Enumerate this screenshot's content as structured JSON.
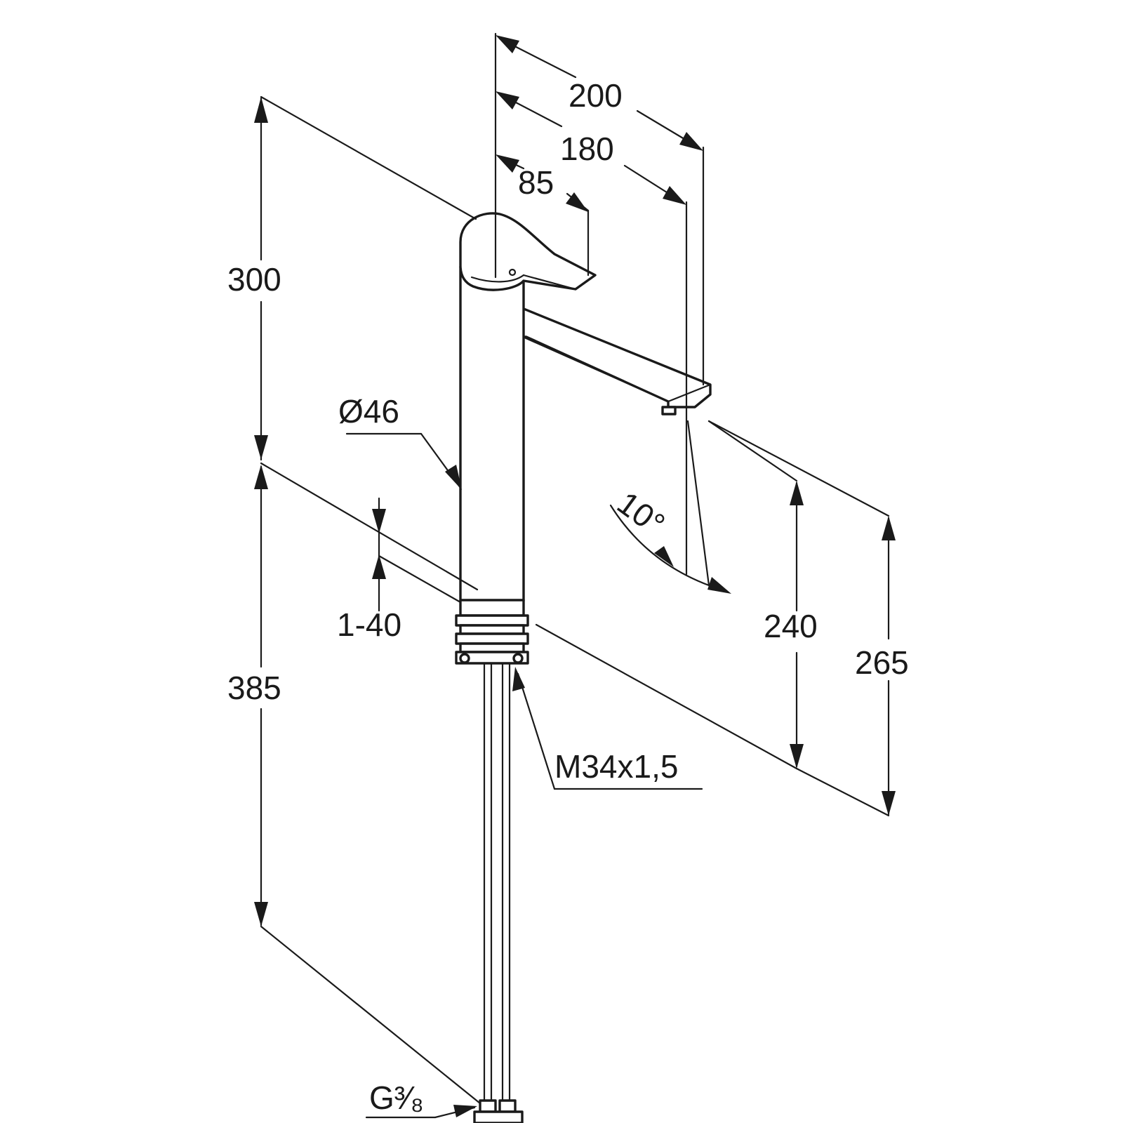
{
  "dimensions": {
    "d200": "200",
    "d180": "180",
    "d85": "85",
    "d300": "300",
    "d385": "385",
    "dia46": "Ø46",
    "range_1_40": "1-40",
    "angle_10": "10°",
    "d240": "240",
    "d265": "265",
    "thread_m34": "M34x1,5",
    "conn_g38": "G³⁄₈"
  },
  "colors": {
    "line": "#1a1a1a",
    "background": "#ffffff"
  }
}
